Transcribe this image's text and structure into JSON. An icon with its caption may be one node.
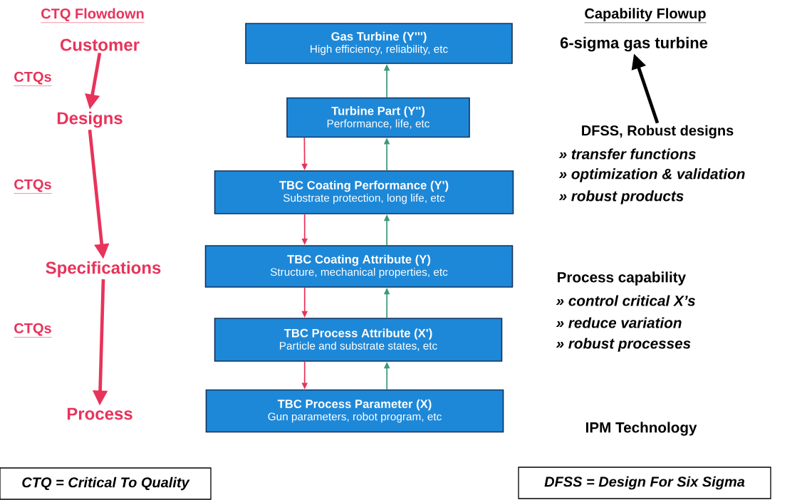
{
  "diagram": {
    "nodes": [
      {
        "text": [
          "Customer"
        ]
      },
      {
        "text": [
          "Designs"
        ]
      },
      {
        "text": [
          "Specifications"
        ]
      },
      {
        "text": [
          "Process"
        ]
      },
      {
        "text": [
          "Gas Turbine (Y''')",
          "High efficiency, reliability, etc"
        ]
      },
      {
        "text": [
          "Turbine Part (Y'')",
          "Performance, life, etc"
        ]
      },
      {
        "text": [
          "TBC Coating Performance (Y')",
          "Substrate protection, long life, etc"
        ]
      },
      {
        "text": [
          "TBC Coating Attribute (Y)",
          "Structure, mechanical properties, etc"
        ]
      },
      {
        "text": [
          "TBC Process Attribute (X')",
          "Particle and substrate states, etc"
        ]
      },
      {
        "text": [
          "TBC Process Parameter (X)",
          "Gun parameters, robot program, etc"
        ]
      },
      {
        "text": [
          "6-sigma gas turbine"
        ]
      },
      {
        "text": [
          "DFSS, Robust designs"
        ]
      },
      {
        "text": [
          "CTQ = Critical To Quality"
        ]
      },
      {
        "text": [
          "DFSS = Design For Six Sigma"
        ]
      }
    ],
    "edges": [
      {
        "from": 0,
        "to": 1,
        "arrow": "to",
        "style": "thick"
      },
      {
        "from": 1,
        "to": 2,
        "arrow": "to",
        "style": "thick"
      },
      {
        "from": 2,
        "to": 3,
        "arrow": "to",
        "style": "thick"
      },
      {
        "from": 5,
        "to": 6,
        "arrow": "to"
      },
      {
        "from": 6,
        "to": 7,
        "arrow": "to"
      },
      {
        "from": 7,
        "to": 8,
        "arrow": "to"
      },
      {
        "from": 8,
        "to": 9,
        "arrow": "to"
      },
      {
        "from": 9,
        "to": 8,
        "arrow": "to",
        "color": "#3c9a78"
      },
      {
        "from": 8,
        "to": 7,
        "arrow": "to",
        "color": "#3c9a78"
      },
      {
        "from": 7,
        "to": 6,
        "arrow": "to",
        "color": "#3c9a78"
      },
      {
        "from": 6,
        "to": 5,
        "arrow": "to",
        "color": "#3c9a78"
      },
      {
        "from": 5,
        "to": 4,
        "arrow": "to",
        "color": "#3c9a78"
      },
      {
        "from": 11,
        "to": 10,
        "arrow": "to",
        "style": "thick",
        "color": "#000000"
      }
    ],
    "labels": [
      "CTQ Flowdown",
      "Capability Flowup",
      "CTQs",
      "CTQs",
      "CTQs",
      "» transfer functions",
      "» optimization & validation",
      "» robust products",
      "Process capability",
      "» control critical X’s",
      "» reduce variation",
      "» robust processes",
      "IPM Technology"
    ]
  }
}
